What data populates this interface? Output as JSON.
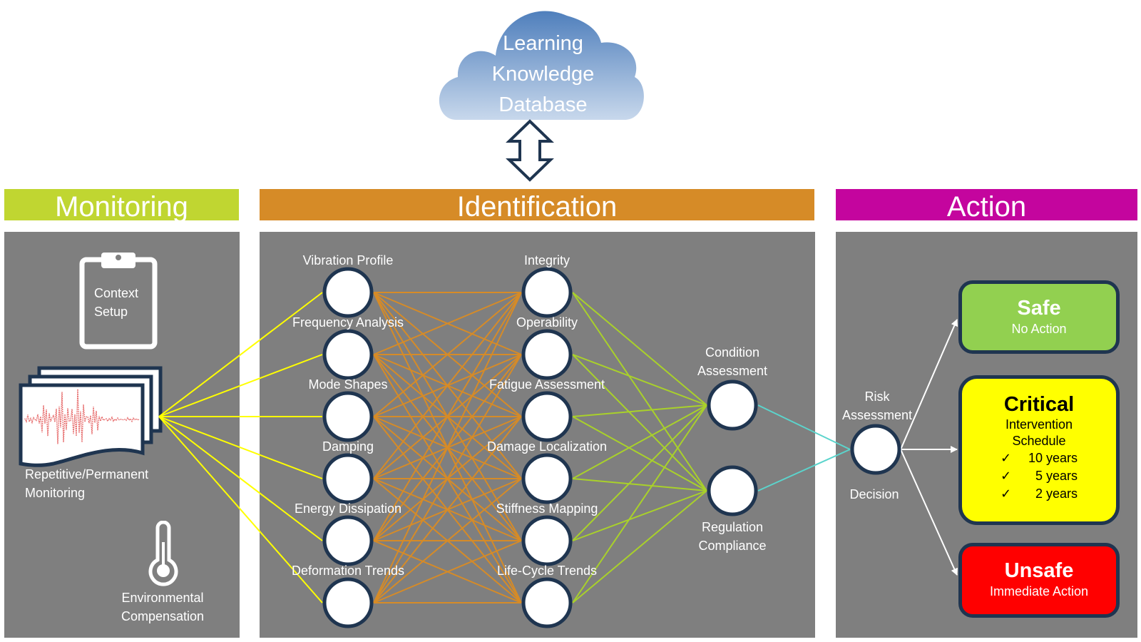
{
  "cloud": {
    "lines": [
      "Learning",
      "Knowledge",
      "Database"
    ],
    "icon": "cloud-icon",
    "connector_icon": "double-arrow-vertical-icon"
  },
  "sections": {
    "monitoring": {
      "title": "Monitoring",
      "color": "#c0d631"
    },
    "identification": {
      "title": "Identification",
      "color": "#d68b27"
    },
    "action": {
      "title": "Action",
      "color": "#c4059e"
    }
  },
  "monitoring": {
    "context": {
      "icon": "clipboard-icon",
      "lines": [
        "Context",
        "Setup"
      ]
    },
    "repetitive": {
      "icon": "waveform-documents-icon",
      "lines": [
        "Repetitive/Permanent",
        "Monitoring"
      ]
    },
    "environmental": {
      "icon": "thermometer-icon",
      "lines": [
        "Environmental",
        "Compensation"
      ]
    }
  },
  "identification": {
    "layer1": [
      "Vibration Profile",
      "Frequency Analysis",
      "Mode Shapes",
      "Damping",
      "Energy Dissipation",
      "Deformation Trends"
    ],
    "layer2": [
      "Integrity",
      "Operability",
      "Fatigue Assessment",
      "Damage Localization",
      "Stiffness Mapping",
      "Life-Cycle Trends"
    ],
    "layer3": [
      {
        "lines": [
          "Condition",
          "Assessment"
        ]
      },
      {
        "lines": [
          "Regulation",
          "Compliance"
        ]
      }
    ]
  },
  "action": {
    "risk": {
      "top": [
        "Risk",
        "Assessment"
      ],
      "bottom": "Decision"
    },
    "outcomes": {
      "safe": {
        "title": "Safe",
        "subtitle": "No Action",
        "color": "#92d050"
      },
      "critical": {
        "title": "Critical",
        "subtitle_lines": [
          "Intervention",
          "Schedule"
        ],
        "schedule": [
          {
            "check": "✓",
            "label": "10 years"
          },
          {
            "check": "✓",
            "label": "5 years"
          },
          {
            "check": "✓",
            "label": "2 years"
          }
        ],
        "color": "#ffff00"
      },
      "unsafe": {
        "title": "Unsafe",
        "subtitle": "Immediate Action",
        "color": "#ff0000"
      }
    }
  },
  "wire_colors": {
    "monitoring_to_layer1": "#ffff00",
    "layer1_to_layer2": "#d68b27",
    "layer2_to_layer3": "#a9d12a",
    "layer3_to_risk": "#5bd4cc",
    "risk_to_outcome": "#ffffff"
  }
}
